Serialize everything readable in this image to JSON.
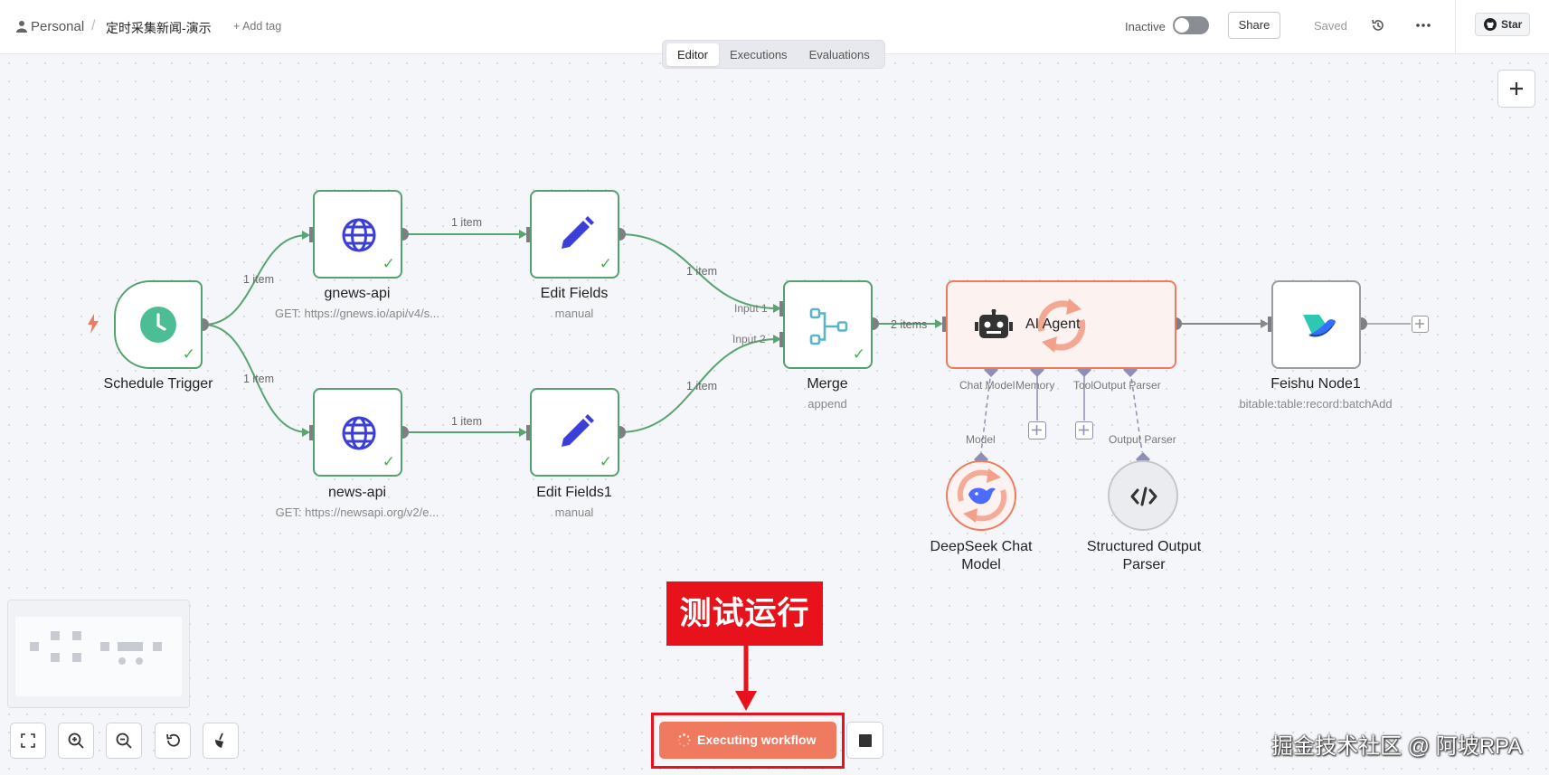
{
  "header": {
    "workspace": "Personal",
    "separator": "/",
    "workflow_name": "定时采集新闻-演示",
    "add_tag": "+ Add tag",
    "status": "Inactive",
    "share": "Share",
    "saved": "Saved",
    "github_star": "Star"
  },
  "tabs": [
    "Editor",
    "Executions",
    "Evaluations"
  ],
  "nodes": {
    "schedule_trigger": {
      "title": "Schedule Trigger"
    },
    "gnews_api": {
      "title": "gnews-api",
      "subtitle": "GET: https://gnews.io/api/v4/s..."
    },
    "news_api": {
      "title": "news-api",
      "subtitle": "GET: https://newsapi.org/v2/e..."
    },
    "edit_fields": {
      "title": "Edit Fields",
      "subtitle": "manual"
    },
    "edit_fields1": {
      "title": "Edit Fields1",
      "subtitle": "manual"
    },
    "merge": {
      "title": "Merge",
      "subtitle": "append"
    },
    "ai_agent": {
      "title": "AI Agent"
    },
    "feishu": {
      "title": "Feishu Node1",
      "subtitle": "bitable:table:record:batchAdd"
    },
    "deepseek": {
      "title_line1": "DeepSeek Chat",
      "title_line2": "Model"
    },
    "structured_parser": {
      "title_line1": "Structured Output",
      "title_line2": "Parser"
    }
  },
  "connections": {
    "trigger_to_gnews": "1 item",
    "trigger_to_news": "1 item",
    "gnews_to_edit": "1 item",
    "news_to_edit1": "1 item",
    "edit_to_merge": "1 item",
    "edit1_to_merge": "1 item",
    "merge_to_agent": "2 items"
  },
  "merge_inputs": {
    "input1": "Input 1",
    "input2": "Input 2"
  },
  "agent_ports": {
    "chat_model": "Chat Model",
    "memory": "Memory",
    "tool": "Tool",
    "output_parser": "Output Parser"
  },
  "sub_ports": {
    "model": "Model",
    "output_parser": "Output Parser"
  },
  "annotation": {
    "label": "测试运行"
  },
  "execute_button": {
    "label": "Executing workflow"
  },
  "watermark": "掘金技术社区 @ 阿坡RPA",
  "colors": {
    "accent": "#ef7a5f",
    "node_border": "#55a06e",
    "annotation_red": "#e8121c"
  }
}
